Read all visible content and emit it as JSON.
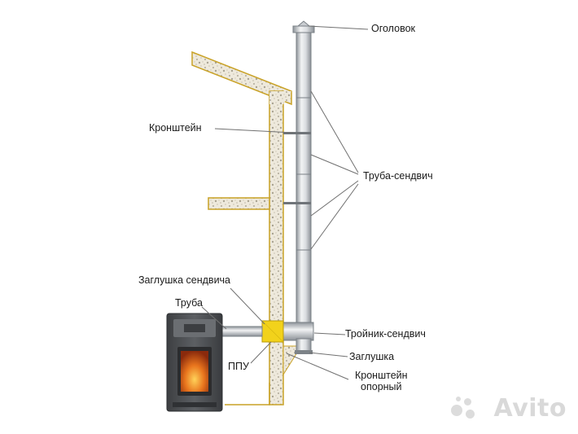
{
  "labels": {
    "cap": "Оголовок",
    "bracket": "Кронштейн",
    "sandwich_pipe": "Труба-сендвич",
    "sandwich_plug": "Заглушка сендвича",
    "pipe": "Труба",
    "ppu": "ППУ",
    "sandwich_tee": "Тройник-сендвич",
    "plug": "Заглушка",
    "support_bracket_line1": "Кронштейн",
    "support_bracket_line2": "опорный"
  },
  "watermark": "Avito",
  "colors": {
    "insulation": "#ece8dc",
    "wall_edge": "#c9a227",
    "pipe_light": "#e4e6e8",
    "pipe_dark": "#9aa0a6",
    "ppu": "#f2d21b",
    "stove_body": "#4a4c4f",
    "stove_fire": "#e0631a",
    "leader": "#707070"
  }
}
